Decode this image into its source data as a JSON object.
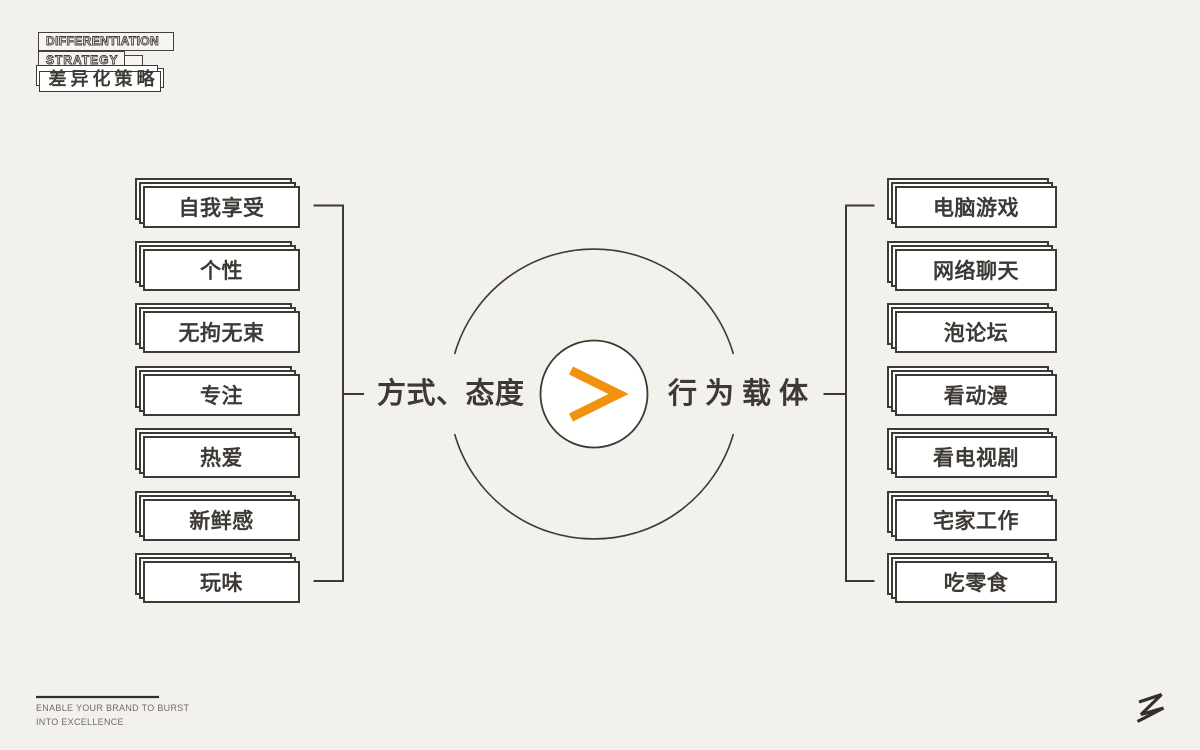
{
  "header": {
    "title_line1": "DIFFERENTIATION",
    "title_line2": "STRATEGY",
    "subtitle": "差异化策略"
  },
  "diagram": {
    "left_group_label": "方式、态度",
    "right_group_label": "行为载体",
    "center_icon": "greater-than-chevron",
    "center_symbol": ">",
    "left_items": [
      "自我享受",
      "个性",
      "无拘无束",
      "专注",
      "热爱",
      "新鲜感",
      "玩味"
    ],
    "right_items": [
      "电脑游戏",
      "网络聊天",
      "泡论坛",
      "看动漫",
      "看电视剧",
      "宅家工作",
      "吃零食"
    ]
  },
  "footer": {
    "tagline_line1": "ENABLE YOUR BRAND TO BURST",
    "tagline_line2": "INTO EXCELLENCE",
    "logo": "Z"
  },
  "colors": {
    "background": "#f3f1eb",
    "ink": "#3d3935",
    "box_fill": "#ffffff",
    "accent_orange": "#f0920e",
    "footer_text": "#6f6b64"
  }
}
